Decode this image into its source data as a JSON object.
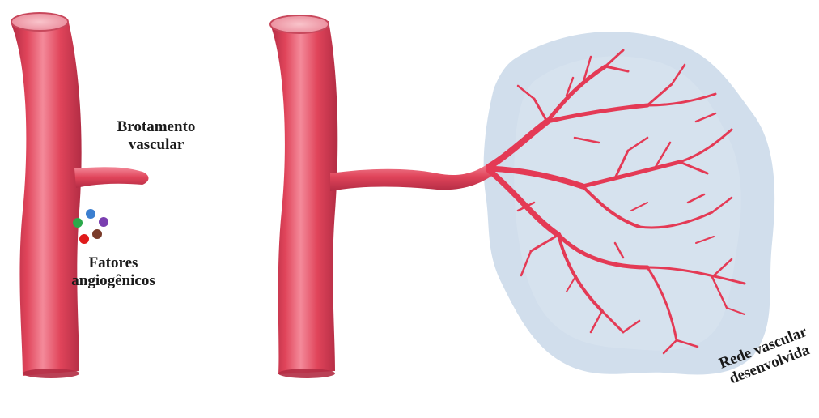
{
  "labels": {
    "sprout": [
      "Brotamento",
      "vascular"
    ],
    "factors": [
      "Fatores",
      "angiogênicos"
    ],
    "network": [
      "Rede vascular",
      "desenvolvida"
    ]
  },
  "colors": {
    "vessel_main": "#e0445a",
    "vessel_highlight": "#f48a9a",
    "vessel_shadow": "#b22c44",
    "vessel_lumen": "#f6a8b2",
    "tissue": "#cfdceb",
    "branch": "#e43a55",
    "factor_dots": [
      "#2aa84a",
      "#3b7fd0",
      "#7a3fb0",
      "#e01a1a",
      "#7a3b2a"
    ]
  },
  "icons": [
    "blood-vessel-icon",
    "capillary-network-icon",
    "molecule-dots-icon"
  ]
}
